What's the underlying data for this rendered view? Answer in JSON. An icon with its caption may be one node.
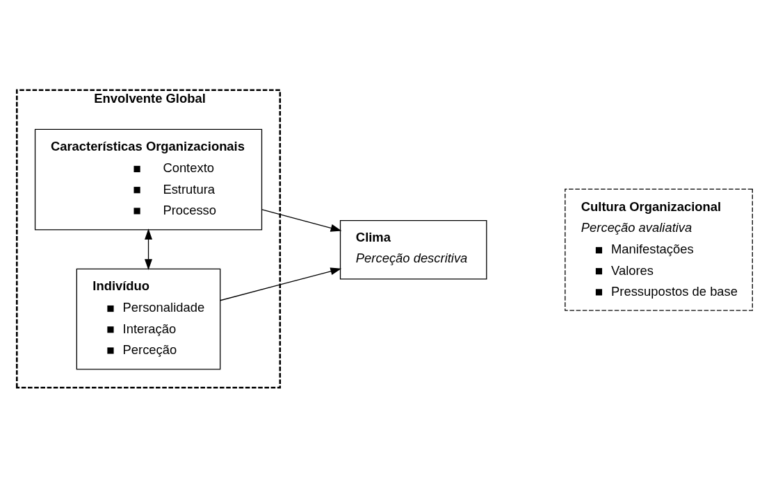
{
  "diagram": {
    "nodes": [
      {
        "text": [
          "Envolvente Global"
        ]
      },
      {
        "text": [
          "Características Organizacionais",
          "Contexto",
          "Estrutura",
          "Processo"
        ],
        "in": 0
      },
      {
        "text": [
          "Indivíduo",
          "Personalidade",
          "Interação",
          "Perceção"
        ],
        "in": 0
      },
      {
        "text": [
          "Clima",
          "Perceção descritiva"
        ]
      },
      {
        "text": [
          "Cultura Organizacional",
          "Perceção avaliativa",
          "Manifestações",
          "Valores",
          "Pressupostos de base"
        ]
      }
    ],
    "edges": [
      {
        "from": 1,
        "to": 3,
        "arrow": "to"
      },
      {
        "from": 2,
        "to": 3,
        "arrow": "to"
      },
      {
        "from": 1,
        "to": 2,
        "arrow": "both"
      }
    ]
  }
}
